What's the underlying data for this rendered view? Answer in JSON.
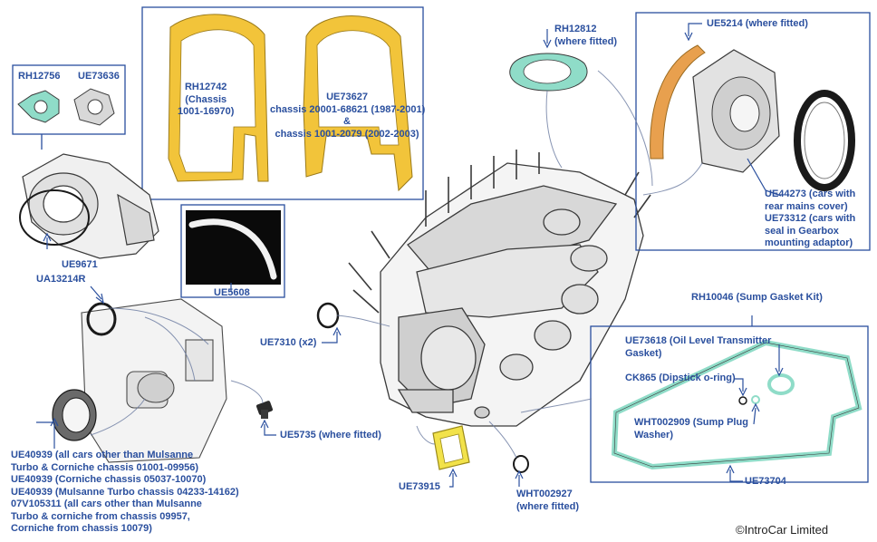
{
  "colors": {
    "label": "#2a4f9e",
    "gasket_yellow": "#f2c43a",
    "gasket_green": "#8fdcc8",
    "gasket_orange": "#e8a04e",
    "line": "#4a4a4a"
  },
  "labels": {
    "rh12756": "RH12756",
    "ue73636": "UE73636",
    "rh12742": [
      "RH12742",
      "(Chassis",
      "1001-16970)"
    ],
    "ue73627": [
      "UE73627",
      "chassis 20001-68621 (1987-2001)",
      "&",
      "chassis 1001-2079 (2002-2003)"
    ],
    "rh12812": [
      "RH12812",
      "(where fitted)"
    ],
    "ue5214": "UE5214 (where fitted)",
    "ue9671": "UE9671",
    "ua13214r": "UA13214R",
    "ue5608": "UE5608",
    "ue44273": [
      "UE44273 (cars with",
      "rear mains cover)",
      "UE73312 (cars with",
      "seal in Gearbox",
      "mounting adaptor)"
    ],
    "rh10046": "RH10046 (Sump Gasket Kit)",
    "ue73618": [
      "UE73618 (Oil Level Transmitter",
      "Gasket)"
    ],
    "ck865": "CK865 (Dipstick o-ring)",
    "wht002909": [
      "WHT002909 (Sump Plug",
      "Washer)"
    ],
    "ue73704": "UE73704",
    "ue7310": "UE7310 (x2)",
    "ue5735": "UE5735 (where fitted)",
    "ue73915": "UE73915",
    "wht002927": [
      "WHT002927",
      "(where fitted)"
    ],
    "ue40939": [
      "UE40939 (all cars other than Mulsanne",
      "Turbo & Corniche chassis 01001-09956)",
      "UE40939 (Corniche chassis 05037-10070)",
      "UE40939 (Mulsanne Turbo chassis 04233-14162)",
      "07V105311 (all cars other than Mulsanne",
      "Turbo & corniche from chassis 09957,",
      "Corniche from chassis 10079)"
    ]
  },
  "copyright": "©IntroCar Limited"
}
